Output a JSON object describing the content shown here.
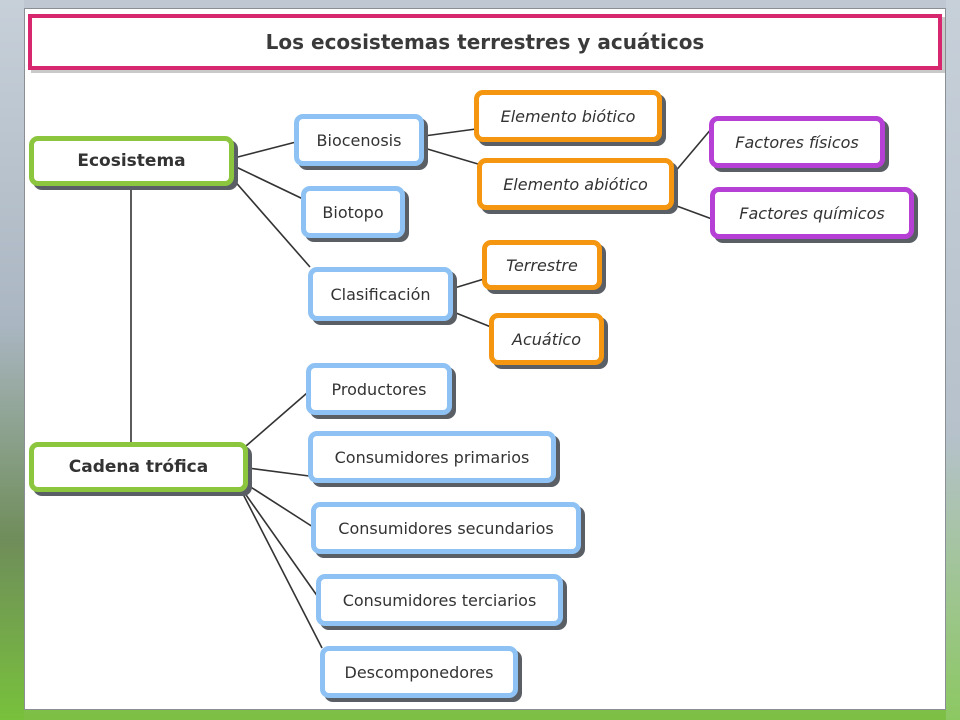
{
  "title": "Los ecosistemas terrestres y acuáticos",
  "nodes": {
    "ecosistema": "Ecosistema",
    "cadena_trofica": "Cadena trófica",
    "biocenosis": "Biocenosis",
    "biotopo": "Biotopo",
    "clasificacion": "Clasificación",
    "elemento_biotico": "Elemento biótico",
    "elemento_abiotico": "Elemento abiótico",
    "factores_fisicos": "Factores físicos",
    "factores_quimicos": "Factores químicos",
    "terrestre": "Terrestre",
    "acuatico": "Acuático",
    "productores": "Productores",
    "consumidores_primarios": "Consumidores primarios",
    "consumidores_secundarios": "Consumidores secundarios",
    "consumidores_terciarios": "Consumidores terciarios",
    "descomponedores": "Descomponedores"
  },
  "colors": {
    "title_border": "#d7276e",
    "root_border": "#8cc63f",
    "level1_border": "#8ec2f4",
    "level2_border": "#f4960f",
    "level3_border": "#b63fd6"
  }
}
